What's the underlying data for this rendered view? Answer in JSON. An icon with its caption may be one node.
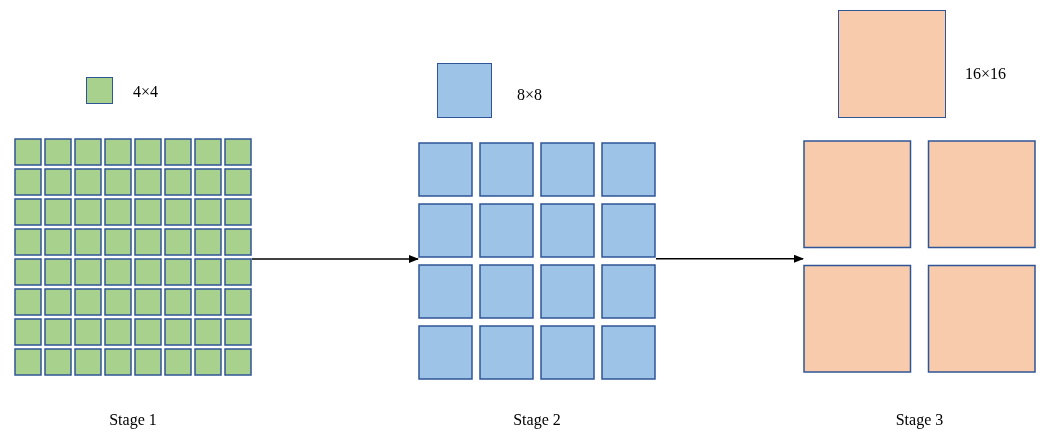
{
  "diagram": {
    "nodes": [
      {
        "text": [],
        "shape": "grid",
        "beside": [
          "Stage 1"
        ]
      },
      {
        "text": [],
        "shape": "grid",
        "beside": [
          "Stage 2"
        ]
      },
      {
        "text": [],
        "shape": "grid",
        "beside": [
          "Stage 3"
        ]
      }
    ],
    "edges": [
      {
        "from": 0,
        "to": 1,
        "arrow": "to"
      },
      {
        "from": 1,
        "to": 2,
        "arrow": "to"
      }
    ],
    "legend": [
      {
        "text": "4×4",
        "color": "#a9d18e"
      },
      {
        "text": "8×8",
        "color": "#9dc3e6"
      },
      {
        "text": "16×16",
        "color": "#f8cbad"
      }
    ]
  }
}
